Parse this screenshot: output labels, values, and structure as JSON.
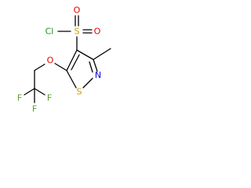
{
  "molecule": {
    "atoms": {
      "cl": {
        "label": "Cl",
        "color": "#1f8f1f"
      },
      "s_sulfonyl": {
        "label": "S",
        "color": "#c8a000"
      },
      "o_top": {
        "label": "O",
        "color": "#e00000"
      },
      "o_bottom": {
        "label": "O",
        "color": "#e00000"
      },
      "o_ether": {
        "label": "O",
        "color": "#e00000"
      },
      "n_ring": {
        "label": "N",
        "color": "#0000e0"
      },
      "s_ring": {
        "label": "S",
        "color": "#c8a000"
      },
      "f_left": {
        "label": "F",
        "color": "#5aa02c"
      },
      "f_mid": {
        "label": "F",
        "color": "#5aa02c"
      },
      "f_right": {
        "label": "F",
        "color": "#5aa02c"
      }
    }
  }
}
